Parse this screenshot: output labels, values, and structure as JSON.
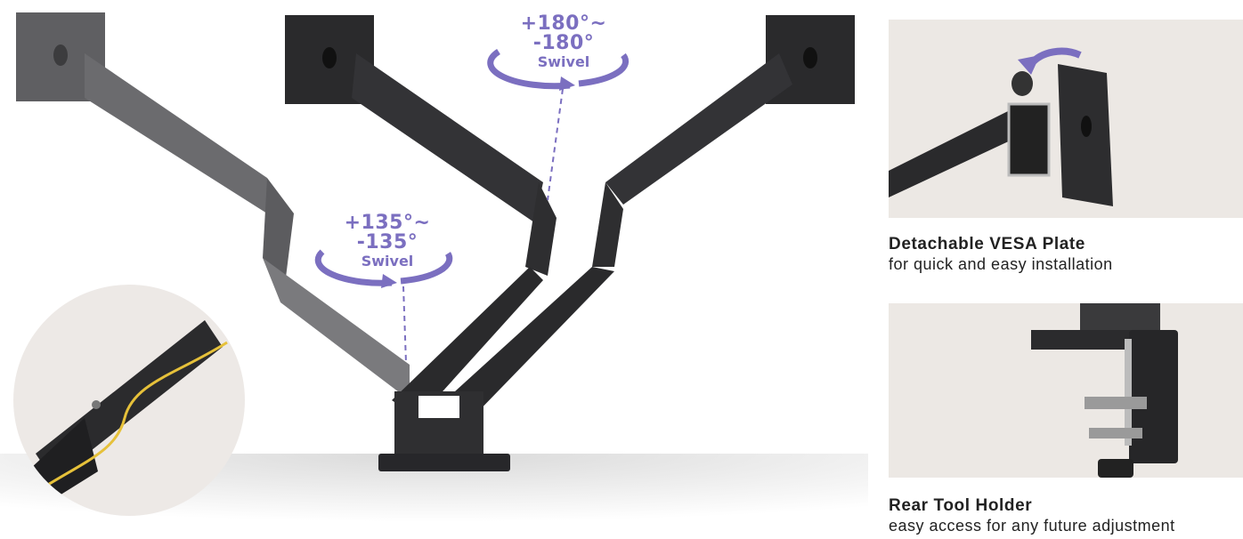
{
  "swivel_large": {
    "range": "+180°~ -180°",
    "word": "Swivel"
  },
  "swivel_small": {
    "range": "+135°~ -135°",
    "word": "Swivel"
  },
  "features": [
    {
      "title": "Detachable VESA Plate",
      "subtitle": "for quick and easy installation"
    },
    {
      "title": "Rear Tool Holder",
      "subtitle": "easy access for any future adjustment"
    }
  ],
  "colors": {
    "accent": "#7b6fc0",
    "arm_dark": "#2e2e30",
    "arm_grey": "#6b6b6e",
    "panel_bg": "#ece8e4",
    "cable": "#e6c13a"
  }
}
